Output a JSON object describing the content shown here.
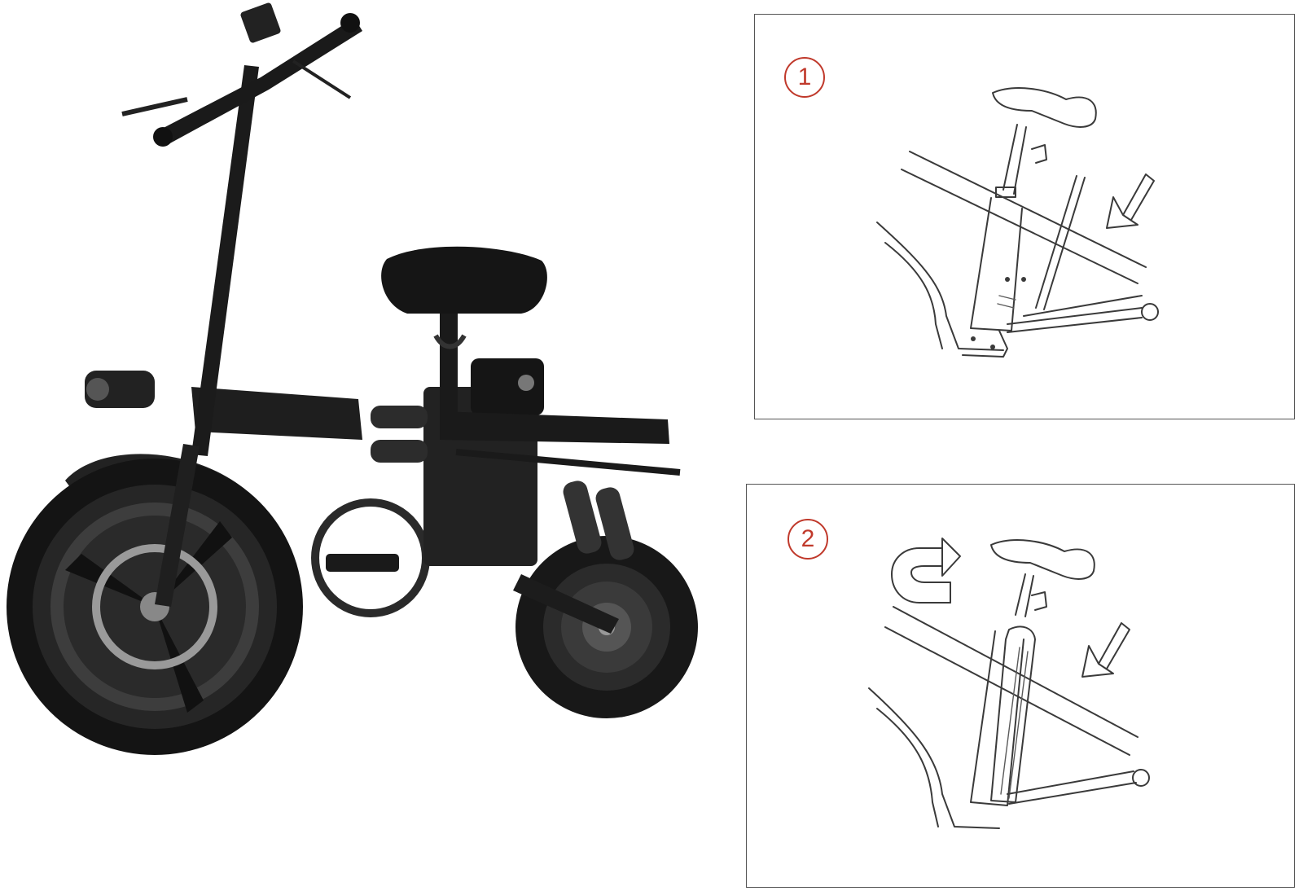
{
  "steps": [
    {
      "number": "1",
      "arrow": "down-left-arrow"
    },
    {
      "number": "2",
      "arrow": "down-left-arrow",
      "extra_arrow": "rotate-arrow"
    }
  ],
  "colors": {
    "badge": "#c0392b",
    "frame": "#1e1e1e",
    "tire": "#161616",
    "sketch_line": "#3a3a3a",
    "panel_border": "#555555"
  }
}
